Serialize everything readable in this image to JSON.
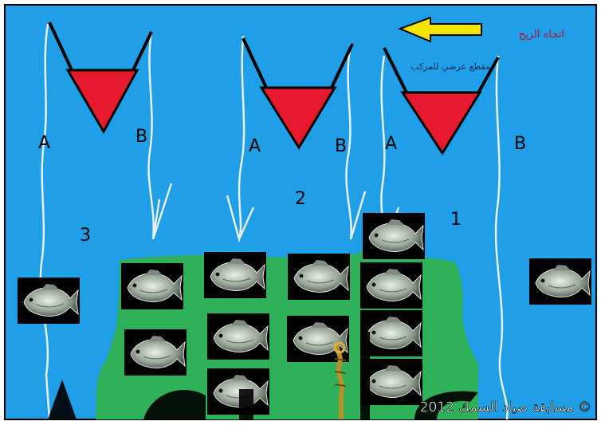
{
  "header": {
    "wind_label": "اتجاه الريح",
    "section_label": "مقطع عرضي للمركب"
  },
  "labels": {
    "boat_3": {
      "a": "A",
      "b": "B",
      "number": "3"
    },
    "boat_2": {
      "a": "A",
      "b": "B",
      "number": "2"
    },
    "boat_1": {
      "a": "A",
      "b": "B",
      "number": "1"
    }
  },
  "footer": {
    "copyright": "مسابقة صياد السمك 2012 ©"
  },
  "colors": {
    "sea": "#1e9fe8",
    "land": "#2fb15a",
    "boat": "#e8192c",
    "arrow": "#f5e400",
    "fish_bg": "#000000"
  },
  "icons": {
    "fish": "fish-icon",
    "wind_arrow": "arrow-left-icon",
    "boat": "boat-hull-icon",
    "hook": "fishing-hook-icon"
  }
}
